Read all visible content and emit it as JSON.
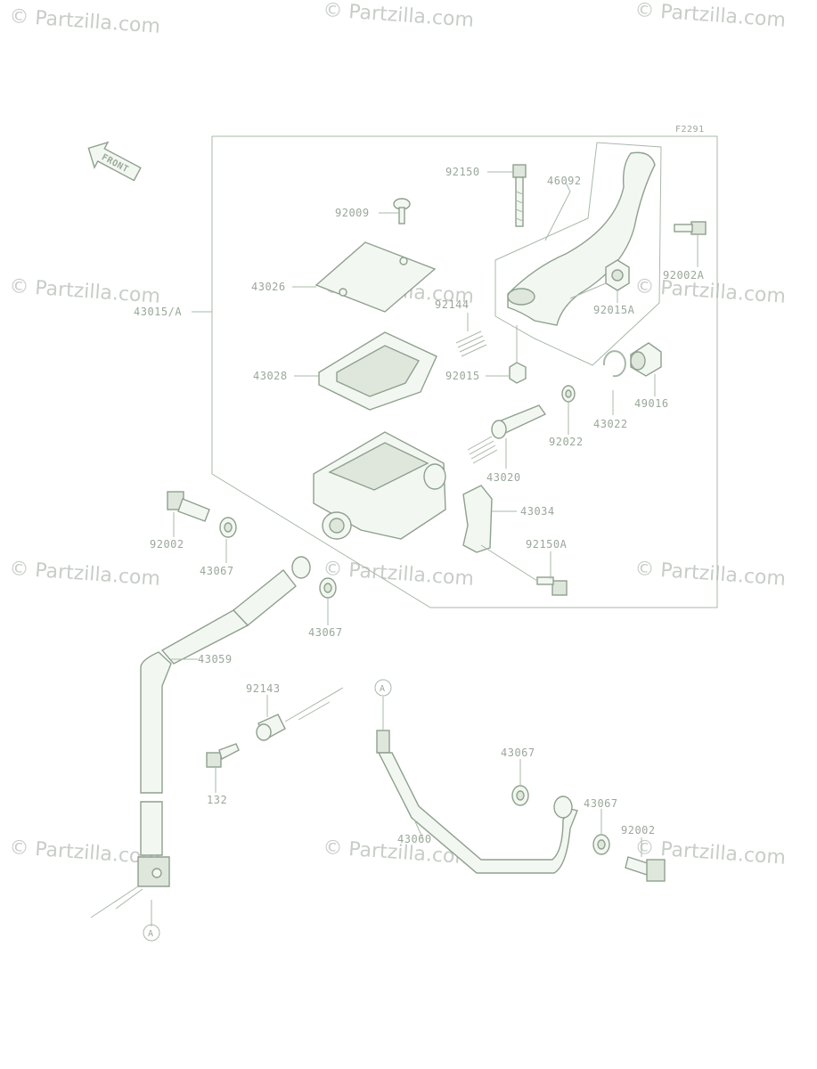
{
  "diagram_code": "F2291",
  "front_label": "FRONT",
  "watermark": "© Partzilla.com",
  "ref_marker": "A",
  "parts": {
    "p92150": "92150",
    "p46092": "46092",
    "p92009": "92009",
    "p92002A": "92002A",
    "p43026": "43026",
    "p43015A": "43015/A",
    "p92144": "92144",
    "p92015A": "92015A",
    "p43028": "43028",
    "p92015": "92015",
    "p49016": "49016",
    "p43022": "43022",
    "p92022": "92022",
    "p43020": "43020",
    "p43034": "43034",
    "p92002_top": "92002",
    "p43067_a": "43067",
    "p92150A": "92150A",
    "p43067_b": "43067",
    "p43059": "43059",
    "p92143": "92143",
    "p132": "132",
    "p43067_c": "43067",
    "p43067_d": "43067",
    "p92002_bot": "92002",
    "p43060": "43060"
  }
}
